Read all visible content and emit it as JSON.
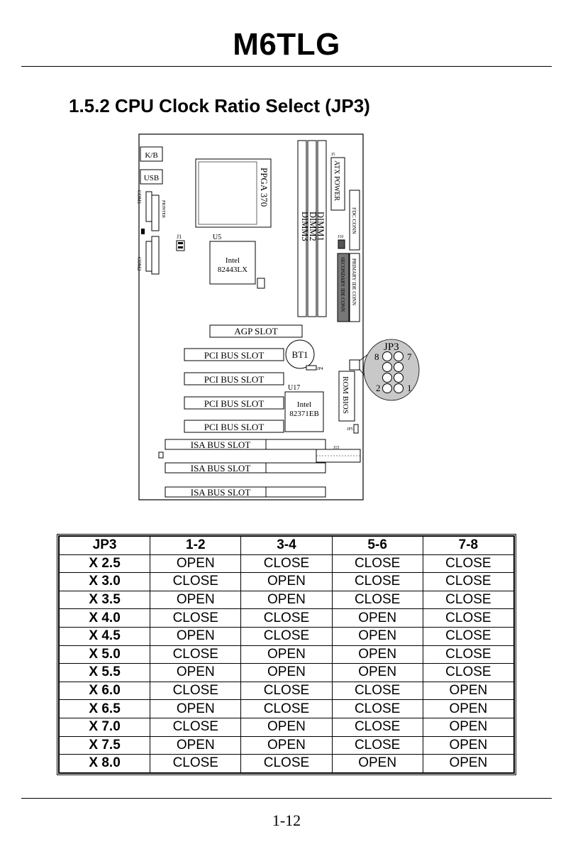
{
  "header": {
    "title": "M6TLG"
  },
  "section": {
    "title": "1.5.2 CPU Clock Ratio Select (JP3)"
  },
  "diagram": {
    "kb": "K/B",
    "usb": "USB",
    "com1": "COM1",
    "printer": "PRINTER",
    "com2": "COM2",
    "cpu_socket": "PPGA 370",
    "dimm1": "DIMM1",
    "dimm2": "DIMM2",
    "dimm3": "DIMM3",
    "atx_power": "ATX POWER",
    "j5": "J5",
    "fdc": "FDC CONN",
    "primary_ide": "PRIMARY IDE CONN",
    "secondary_ide": "SECONDARY IDE CONN",
    "j10": "J10",
    "j1": "J1",
    "u5": "U5",
    "u5_chip_line1": "Intel",
    "u5_chip_line2": "82443LX",
    "agp": "AGP SLOT",
    "pci1": "PCI BUS SLOT",
    "pci2": "PCI BUS SLOT",
    "pci3": "PCI BUS SLOT",
    "pci4": "PCI BUS SLOT",
    "bt1": "BT1",
    "jp4": "JP4",
    "u17": "U17",
    "u17_chip_line1": "Intel",
    "u17_chip_line2": "82371EB",
    "rom_bios": "ROM BIOS",
    "jp5": "JP5",
    "j15": "J15",
    "isa1": "ISA BUS SLOT",
    "isa2": "ISA BUS SLOT",
    "isa3": "ISA BUS SLOT",
    "jp3_label": "JP3",
    "jp3_pin8": "8",
    "jp3_pin7": "7",
    "jp3_pin2": "2",
    "jp3_pin1": "1"
  },
  "jumper_table": {
    "headers": [
      "JP3",
      "1-2",
      "3-4",
      "5-6",
      "7-8"
    ],
    "rows": [
      [
        "X 2.5",
        "OPEN",
        "CLOSE",
        "CLOSE",
        "CLOSE"
      ],
      [
        "X 3.0",
        "CLOSE",
        "OPEN",
        "CLOSE",
        "CLOSE"
      ],
      [
        "X 3.5",
        "OPEN",
        "OPEN",
        "CLOSE",
        "CLOSE"
      ],
      [
        "X 4.0",
        "CLOSE",
        "CLOSE",
        "OPEN",
        "CLOSE"
      ],
      [
        "X 4.5",
        "OPEN",
        "CLOSE",
        "OPEN",
        "CLOSE"
      ],
      [
        "X 5.0",
        "CLOSE",
        "OPEN",
        "OPEN",
        "CLOSE"
      ],
      [
        "X 5.5",
        "OPEN",
        "OPEN",
        "OPEN",
        "CLOSE"
      ],
      [
        "X 6.0",
        "CLOSE",
        "CLOSE",
        "CLOSE",
        "OPEN"
      ],
      [
        "X 6.5",
        "OPEN",
        "CLOSE",
        "CLOSE",
        "OPEN"
      ],
      [
        "X 7.0",
        "CLOSE",
        "OPEN",
        "CLOSE",
        "OPEN"
      ],
      [
        "X 7.5",
        "OPEN",
        "OPEN",
        "CLOSE",
        "OPEN"
      ],
      [
        "X 8.0",
        "CLOSE",
        "CLOSE",
        "OPEN",
        "OPEN"
      ]
    ]
  },
  "footer": {
    "page_number": "1-12"
  }
}
